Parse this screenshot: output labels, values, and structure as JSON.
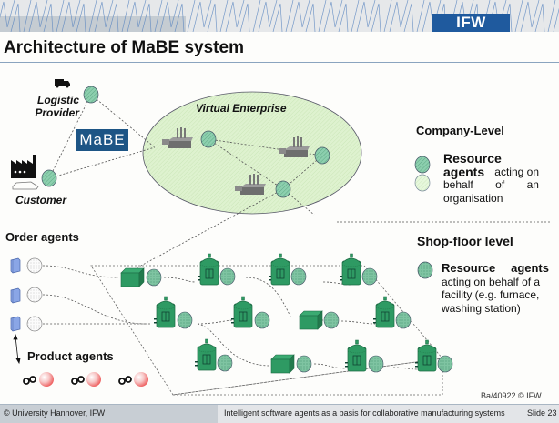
{
  "header": {
    "logo": "IFW",
    "title": "Architecture of MaBE system"
  },
  "diagram": {
    "nodes": {
      "logistic_provider": "Logistic\nProvider",
      "logistic_provider_line1": "Logistic",
      "logistic_provider_line2": "Provider",
      "customer": "Customer",
      "mabe_logo": "MaBE",
      "virtual_enterprise": "Virtual Enterprise",
      "order_agents": "Order agents",
      "product_agents": "Product agents"
    },
    "legend": {
      "company_level": {
        "heading": "Company-Level",
        "bold_text": "Resource agents",
        "bold_line1": "Resource",
        "bold_line2": "agents",
        "text_tail1": " acting on",
        "text_tail2": "behalf of an",
        "text_tail3": "organisation"
      },
      "shop_floor_level": {
        "heading": "Shop-floor level",
        "bold_text": "Resource agents",
        "line2": "acting on behalf of a",
        "line3": "facility (e.g. furnace,",
        "line4": "washing station)"
      }
    },
    "colors": {
      "agent_green": "#7fc4a2",
      "company_light_green": "#e3f7d8",
      "virtual_enterprise_fill": "#ddf0cc",
      "facility_green": "#2e9a63",
      "order_agent_blue": "#8aa6e6",
      "product_agent_red": "#f27a7a",
      "brand_blue": "#1f5a9e"
    }
  },
  "footer": {
    "left": "© University Hannover, IFW",
    "center": "Intelligent software agents as a basis for collaborative manufacturing systems",
    "slide": "Slide 23",
    "reference": "Ba/40922 © IFW"
  }
}
